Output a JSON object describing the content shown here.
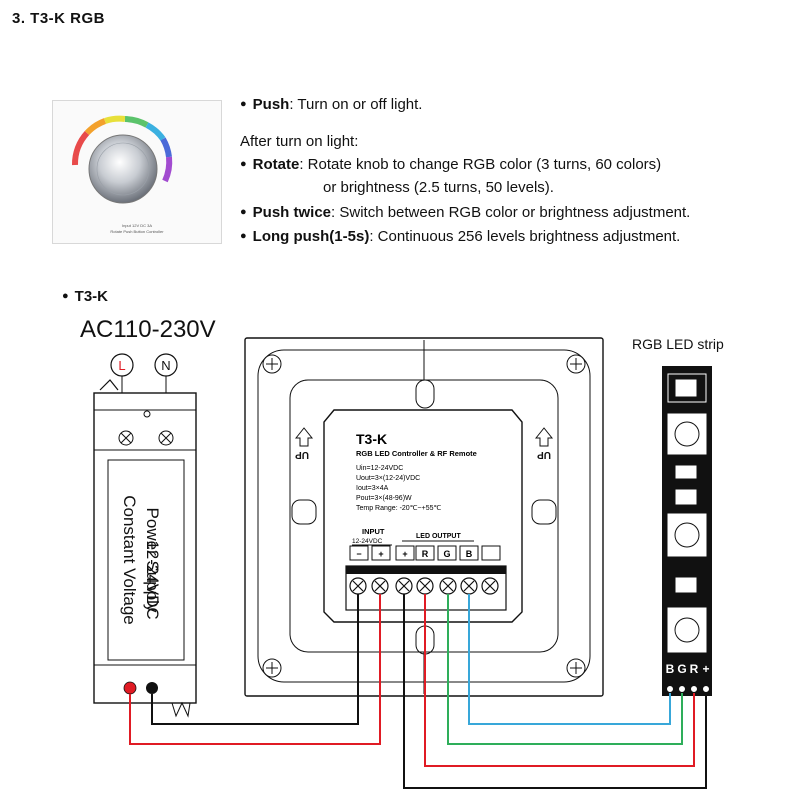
{
  "section_heading": "3. T3-K  RGB",
  "thumbnail": {
    "caption_line1": "Input 12V DC 3A",
    "caption_line2": "Rotate Push Button Controller"
  },
  "instructions": [
    {
      "bold": "Push",
      "text": ": Turn on or off light."
    },
    {
      "bold": "",
      "text": "After turn on light:"
    },
    {
      "bold": "Rotate",
      "text": ": Rotate knob to change RGB color (3 turns, 60 colors)"
    },
    {
      "bold": "",
      "text": "or brightness (2.5 turns, 50 levels)."
    },
    {
      "bold": "Push twice",
      "text": ": Switch between RGB color or brightness adjustment."
    },
    {
      "bold": "Long push(1-5s)",
      "text": ": Continuous 256 levels brightness adjustment."
    }
  ],
  "diagram": {
    "model_bullet": "T3-K",
    "ac_input": "AC110-230V",
    "terminal_l": "L",
    "terminal_n": "N",
    "power_supply": {
      "line1": "Power Supply",
      "line2": "12-24VDC",
      "line3": "Constant Voltage"
    },
    "up_label": "UP",
    "controller": {
      "model": "T3-K",
      "subtitle": "RGB LED Controller & RF Remote",
      "specs": [
        "Uin=12-24VDC",
        "Uout=3×(12-24)VDC",
        "Iout=3×4A",
        "Pout=3×(48-96)W",
        "Temp Range: -20℃~+55℃"
      ],
      "input_label": "INPUT",
      "input_voltage": "12-24VDC",
      "led_output_label": "LED OUTPUT",
      "terminals": [
        "−",
        "+",
        "+",
        "R",
        "G",
        "B"
      ]
    },
    "strip": {
      "title": "RGB LED strip",
      "pins": [
        "B",
        "G",
        "R",
        "+"
      ]
    }
  },
  "colors": {
    "wire_red": "#e01b24",
    "wire_black": "#111111",
    "wire_green": "#2eae5a",
    "wire_blue": "#38a7d9",
    "ps_rainbow": "multicolor"
  }
}
